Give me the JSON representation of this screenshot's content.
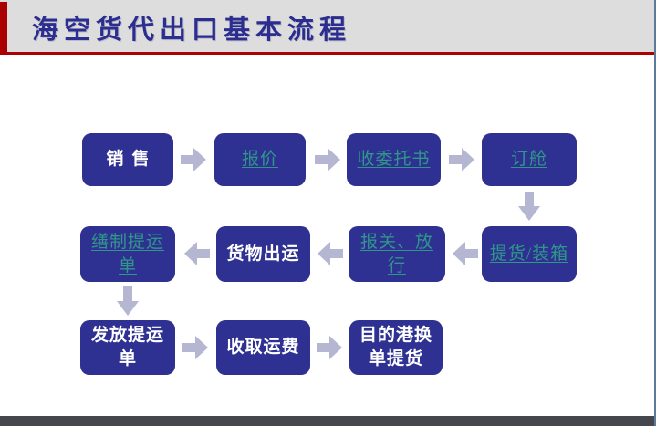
{
  "header": {
    "title": "海空货代出口基本流程"
  },
  "flow": {
    "steps": [
      {
        "id": "sales",
        "lines": [
          "销售"
        ],
        "hyperlink": false
      },
      {
        "id": "quotation",
        "lines": [
          "报价"
        ],
        "hyperlink": true
      },
      {
        "id": "receive-booking-letter",
        "lines": [
          "收委托书"
        ],
        "hyperlink": true
      },
      {
        "id": "booking-space",
        "lines": [
          "订舱"
        ],
        "hyperlink": true
      },
      {
        "id": "pickup-loading",
        "lines": [
          "提货/装箱"
        ],
        "hyperlink": true
      },
      {
        "id": "customs-declare-release",
        "lines": [
          "报关、放",
          "行"
        ],
        "hyperlink": true
      },
      {
        "id": "cargo-shipment",
        "lines": [
          "货物出运"
        ],
        "hyperlink": false
      },
      {
        "id": "prepare-bill-of-lading",
        "lines": [
          "缮制提运",
          "单"
        ],
        "hyperlink": true
      },
      {
        "id": "issue-bill-of-lading",
        "lines": [
          "发放提运",
          "单"
        ],
        "hyperlink": false
      },
      {
        "id": "collect-freight",
        "lines": [
          "收取运费"
        ],
        "hyperlink": false
      },
      {
        "id": "destination-port-exchange",
        "lines": [
          "目的港换",
          "单提货"
        ],
        "hyperlink": false
      }
    ]
  },
  "colors": {
    "box_fill": "#2e3191",
    "box_text": "#ffffff",
    "hyperlink_text": "#2f9688",
    "arrow": "#b4b6d2",
    "title_text": "#2b2d8f",
    "accent_red": "#aa0000",
    "header_bg": "#dddddd",
    "right_edge": "#5c7a9a",
    "bottom_bar": "#46464e"
  }
}
